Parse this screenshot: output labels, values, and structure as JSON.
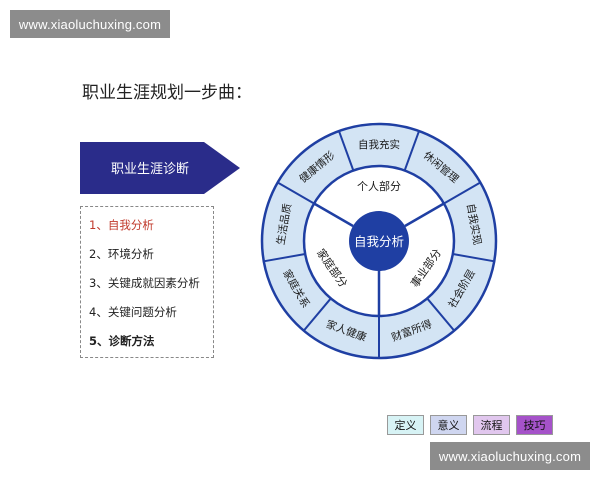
{
  "watermark": "www.xiaoluchuxing.com",
  "title": "职业生涯规划一步曲：",
  "arrow_label": "职业生涯诊断",
  "steps": [
    "1、自我分析",
    "2、环境分析",
    "3、关键成就因素分析",
    "4、关键问题分析",
    "5、诊断方法"
  ],
  "wheel": {
    "center": "自我分析",
    "inner": [
      "个人部分",
      "事业部分",
      "家庭部分"
    ],
    "outer": [
      "自我充实",
      "休闲管理",
      "自我实现",
      "社会阶层",
      "财富所得",
      "家人健康",
      "家庭关系",
      "生活品质",
      "健康情形"
    ]
  },
  "tags": [
    {
      "label": "定义",
      "color": "#d7f3f5"
    },
    {
      "label": "意义",
      "color": "#cfd6f0"
    },
    {
      "label": "流程",
      "color": "#e1c7ee"
    },
    {
      "label": "技巧",
      "color": "#a552c9"
    }
  ],
  "colors": {
    "accent": "#1f3fa3",
    "arrow": "#2a2c8a",
    "outer_ring": "#d3e4f4",
    "inner_ring": "#ffffff",
    "active_step": "#c0392b"
  }
}
